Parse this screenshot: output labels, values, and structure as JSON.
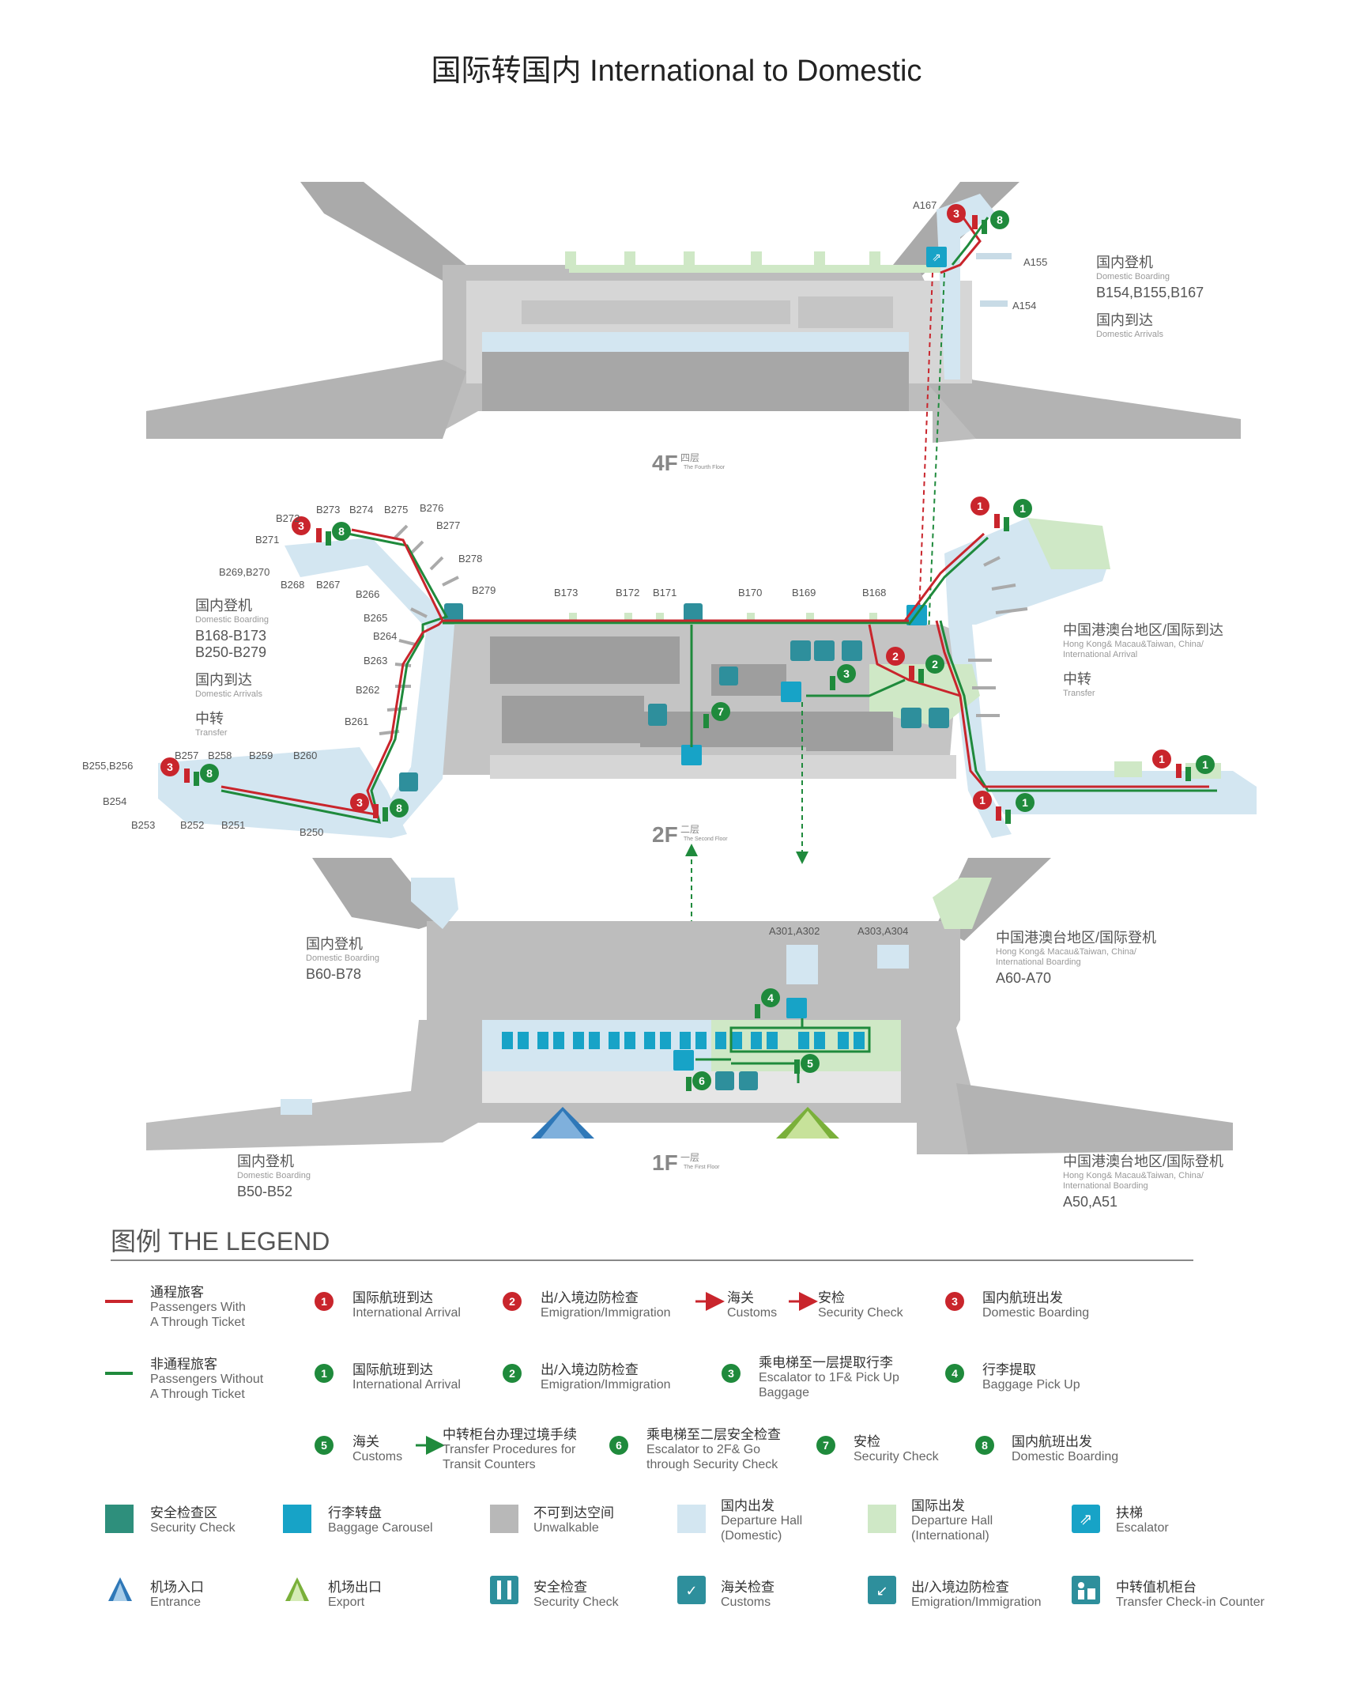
{
  "title": "国际转国内 International to Domestic",
  "floors": {
    "f4": {
      "label": "4F",
      "zh": "四层",
      "en": "The Fourth Floor"
    },
    "f2": {
      "label": "2F",
      "zh": "二层",
      "en": "The Second Floor"
    },
    "f1": {
      "label": "1F",
      "zh": "一层",
      "en": "The First Floor"
    }
  },
  "zones": {
    "f4_right": {
      "zh": "国内登机",
      "en": "Domestic Boarding",
      "codes": "B154,B155,B167",
      "zh2": "国内到达",
      "en2": "Domestic Arrivals"
    },
    "f2_left": {
      "zh": "国内登机",
      "en": "Domestic Boarding",
      "codes1": "B168-B173",
      "codes2": "B250-B279",
      "zh2": "国内到达",
      "en2": "Domestic Arrivals",
      "zh3": "中转",
      "en3": "Transfer"
    },
    "f2_right": {
      "zh": "中国港澳台地区/国际到达",
      "en": "Hong Kong& Macau&Taiwan, China/",
      "en_b": "International Arrival",
      "zh2": "中转",
      "en2": "Transfer"
    },
    "f1_left_top": {
      "zh": "国内登机",
      "en": "Domestic Boarding",
      "codes": "B60-B78"
    },
    "f1_right_top": {
      "zh": "中国港澳台地区/国际登机",
      "en": "Hong Kong& Macau&Taiwan, China/",
      "en_b": "International Boarding",
      "codes": "A60-A70"
    },
    "f1_left_bottom": {
      "zh": "国内登机",
      "en": "Domestic Boarding",
      "codes": "B50-B52"
    },
    "f1_right_bottom": {
      "zh": "中国港澳台地区/国际登机",
      "en": "Hong Kong& Macau&Taiwan, China/",
      "en_b": "International Boarding",
      "codes": "A50,A51"
    }
  },
  "gates": {
    "a167": "A167",
    "a155": "A155",
    "a154": "A154",
    "b272": "B272",
    "b273": "B273",
    "b274": "B274",
    "b275": "B275",
    "b276": "B276",
    "b277": "B277",
    "b271": "B271",
    "b278": "B278",
    "b269_270": "B269,B270",
    "b268": "B268",
    "b267": "B267",
    "b279": "B279",
    "b266": "B266",
    "b265": "B265",
    "b264": "B264",
    "b263": "B263",
    "b262": "B262",
    "b261": "B261",
    "b173": "B173",
    "b172": "B172",
    "b171": "B171",
    "b170": "B170",
    "b169": "B169",
    "b168": "B168",
    "b255_256": "B255,B256",
    "b257": "B257",
    "b258": "B258",
    "b259": "B259",
    "b260": "B260",
    "b254": "B254",
    "b253": "B253",
    "b252": "B252",
    "b251": "B251",
    "b250": "B250",
    "a301_302": "A301,A302",
    "a303_304": "A303,A304"
  },
  "legend": {
    "title": "图例  THE LEGEND",
    "red_line": {
      "zh": "通程旅客",
      "en1": "Passengers With",
      "en2": "A Through Ticket"
    },
    "green_line": {
      "zh": "非通程旅客",
      "en1": "Passengers Without",
      "en2": "A Through Ticket"
    },
    "r1": {
      "num": "1",
      "zh": "国际航班到达",
      "en": "International Arrival"
    },
    "r2": {
      "num": "2",
      "zh": "出/入境边防检查",
      "en": "Emigration/Immigration"
    },
    "r_customs": {
      "zh": "海关",
      "en": "Customs"
    },
    "r_security": {
      "zh": "安检",
      "en": "Security Check"
    },
    "r3": {
      "num": "3",
      "zh": "国内航班出发",
      "en": "Domestic Boarding"
    },
    "g1": {
      "num": "1",
      "zh": "国际航班到达",
      "en": "International Arrival"
    },
    "g2": {
      "num": "2",
      "zh": "出/入境边防检查",
      "en": "Emigration/Immigration"
    },
    "g3": {
      "num": "3",
      "zh": "乘电梯至一层提取行李",
      "en1": "Escalator to 1F& Pick Up",
      "en2": "Baggage"
    },
    "g4": {
      "num": "4",
      "zh": "行李提取",
      "en": "Baggage Pick Up"
    },
    "g5": {
      "num": "5",
      "zh": "海关",
      "en": "Customs"
    },
    "g5b": {
      "zh": "中转柜台办理过境手续",
      "en1": "Transfer Procedures for",
      "en2": "Transit Counters"
    },
    "g6": {
      "num": "6",
      "zh": "乘电梯至二层安全检查",
      "en1": "Escalator to 2F& Go",
      "en2": "through Security Check"
    },
    "g7": {
      "num": "7",
      "zh": "安检",
      "en": "Security Check"
    },
    "g8": {
      "num": "8",
      "zh": "国内航班出发",
      "en": "Domestic Boarding"
    },
    "sw_security": {
      "zh": "安全检查区",
      "en": "Security Check",
      "color": "#2e8f7c"
    },
    "sw_carousel": {
      "zh": "行李转盘",
      "en": "Baggage Carousel",
      "color": "#17a3c7"
    },
    "sw_unwalk": {
      "zh": "不可到达空间",
      "en": "Unwalkable",
      "color": "#b8b8b8"
    },
    "sw_dom": {
      "zh": "国内出发",
      "en1": "Departure Hall",
      "en2": "(Domestic)",
      "color": "#d3e6f1"
    },
    "sw_int": {
      "zh": "国际出发",
      "en1": "Departure Hall",
      "en2": "(International)",
      "color": "#cfe8c6"
    },
    "sw_escalator": {
      "zh": "扶梯",
      "en": "Escalator"
    },
    "ic_entrance": {
      "zh": "机场入口",
      "en": "Entrance"
    },
    "ic_export": {
      "zh": "机场出口",
      "en": "Export"
    },
    "ic_security": {
      "zh": "安全检查",
      "en": "Security Check"
    },
    "ic_customs": {
      "zh": "海关检查",
      "en": "Customs"
    },
    "ic_emig": {
      "zh": "出/入境边防检查",
      "en": "Emigration/Immigration"
    },
    "ic_transfer": {
      "zh": "中转值机柜台",
      "en": "Transfer Check-in Counter"
    }
  },
  "colors": {
    "red": "#c9252c",
    "green": "#1f8a3c",
    "teal": "#2e8f9c",
    "blue": "#17a3c7",
    "gray": "#b8b8b8",
    "dom": "#d3e6f1",
    "int": "#cfe8c6"
  }
}
